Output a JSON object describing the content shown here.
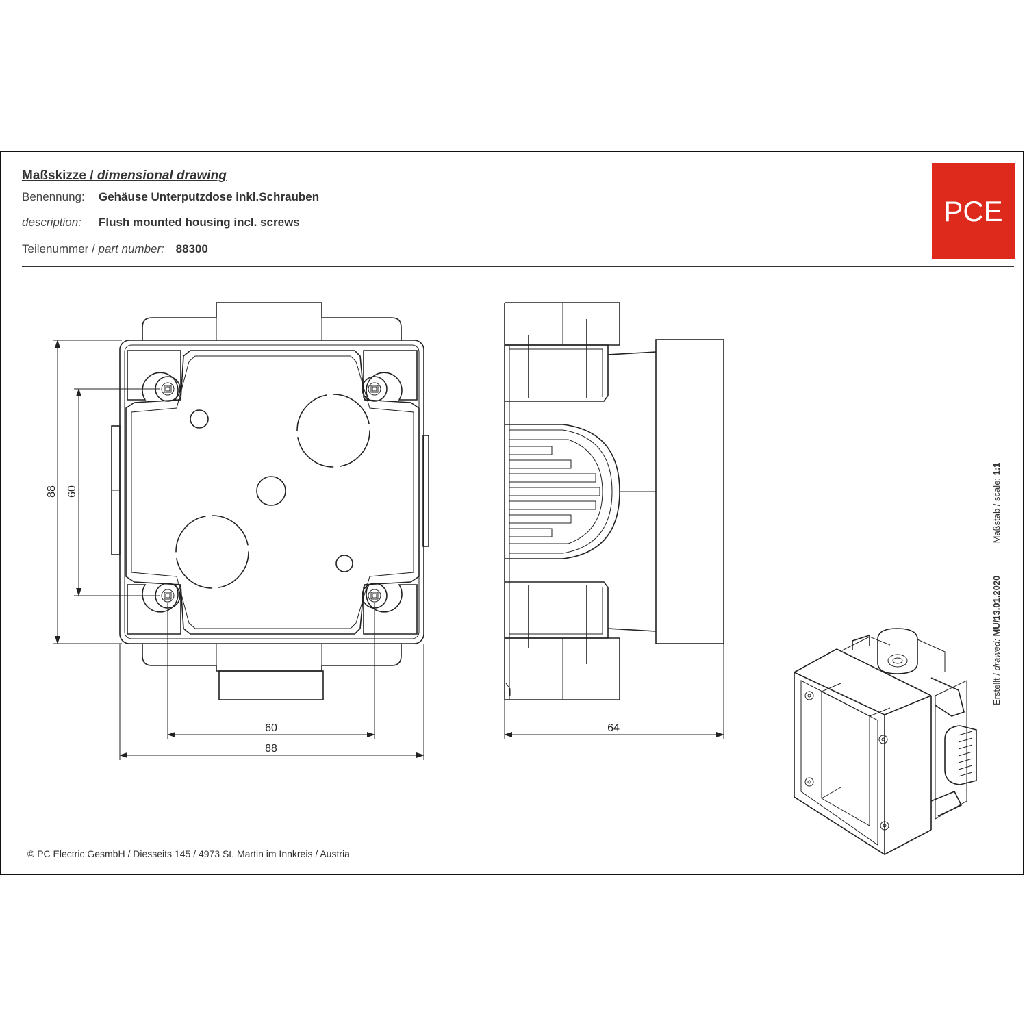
{
  "header": {
    "title_de": "Maßskizze / ",
    "title_en": "dimensional drawing",
    "name_label": "Benennung:",
    "name_value": "Gehäuse Unterputzdose inkl.Schrauben",
    "desc_label": "description:",
    "desc_value": "Flush mounted housing incl. screws",
    "part_label_de": "Teilenummer / ",
    "part_label_en": "part number:",
    "part_value": "88300"
  },
  "logo": {
    "text": "PCE",
    "color": "#de2a1c"
  },
  "dimensions": {
    "front_height_outer": "88",
    "front_height_holes": "60",
    "front_width_holes": "60",
    "front_width_outer": "88",
    "side_depth": "64"
  },
  "side_text": {
    "created_label": "Erstellt / ",
    "created_label_en": "drawed:",
    "created_value": "MU/13.01.2020",
    "scale_label": "Maßstab / scale:",
    "scale_value": "1:1"
  },
  "footer": {
    "text": "© PC Electric GesmbH / Diesseits 145 / 4973 St. Martin im Innkreis / Austria"
  }
}
